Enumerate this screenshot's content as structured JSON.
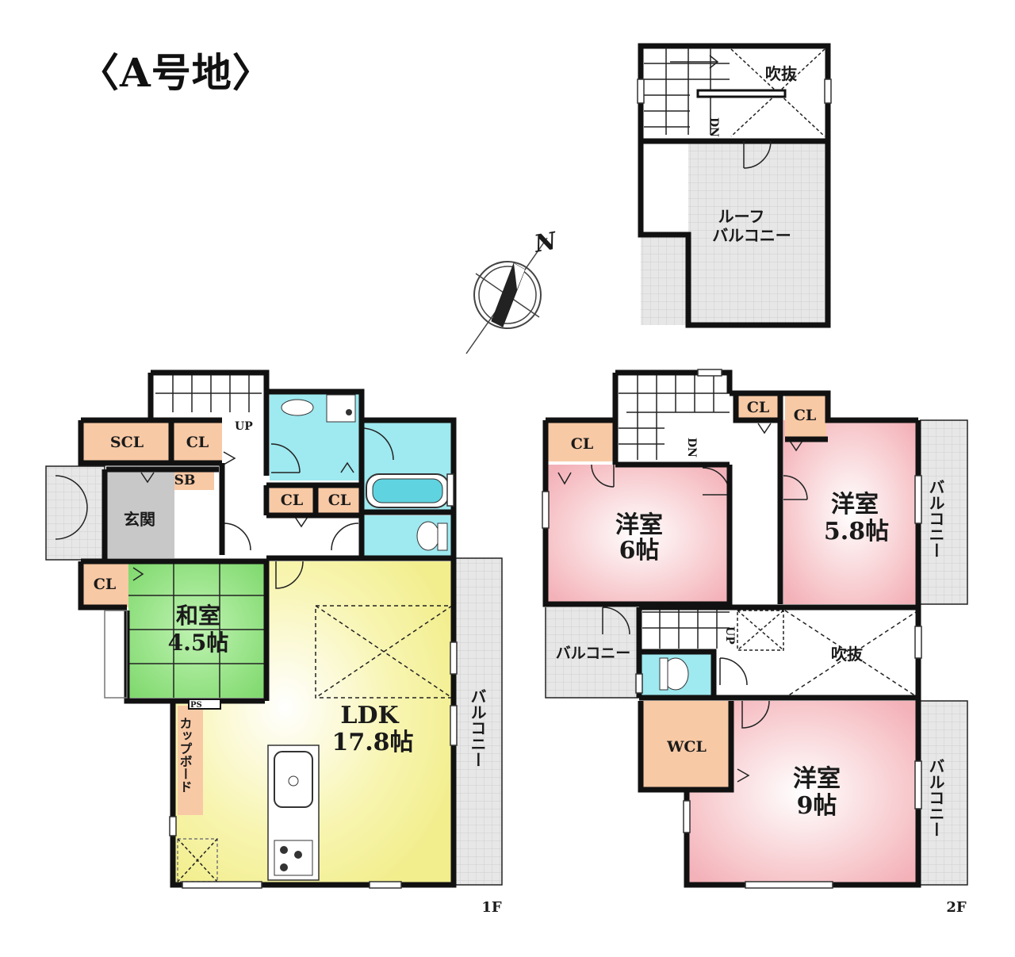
{
  "title": "〈A号地〉",
  "compass": {
    "label": "N"
  },
  "floors": {
    "f1": {
      "label": "1F",
      "rooms": {
        "scl": "SCL",
        "cl_entry": "CL",
        "sb": "SB",
        "genkan": "玄関",
        "cl_washroom_1": "CL",
        "cl_washroom_2": "CL",
        "cl_washitsu": "CL",
        "washitsu_name": "和室",
        "washitsu_size": "4.5帖",
        "ldk_name": "LDK",
        "ldk_size": "17.8帖",
        "ps": "PS",
        "cupboard": "カップボード",
        "balcony": "バルコニー",
        "stair_up": "UP"
      }
    },
    "f2": {
      "label": "2F",
      "rooms": {
        "cl_room6": "CL",
        "cl_hall": "CL",
        "cl_room58": "CL",
        "room6_name": "洋室",
        "room6_size": "6帖",
        "room58_name": "洋室",
        "room58_size": "5.8帖",
        "balcony_right": "バルコニー",
        "balcony_left": "バルコニー",
        "fukinuke": "吹抜",
        "wcl": "WCL",
        "room9_name": "洋室",
        "room9_size": "9帖",
        "balcony_right2": "バルコニー",
        "stair_dn": "DN",
        "stair_up": "UP"
      }
    },
    "f3": {
      "rooms": {
        "fukinuke": "吹抜",
        "stair_dn": "DN",
        "roof_balcony_1": "ルーフ",
        "roof_balcony_2": "バルコニー"
      }
    }
  },
  "colors": {
    "washitsu": "#8fe07f",
    "ldk": "#f9f6a6",
    "yoshitsu": "#f5b7bd",
    "storage": "#f8c9a5",
    "genkan": "#c7c7c7",
    "water": "#9fe9f0",
    "balcony": "#e6e6e6"
  }
}
